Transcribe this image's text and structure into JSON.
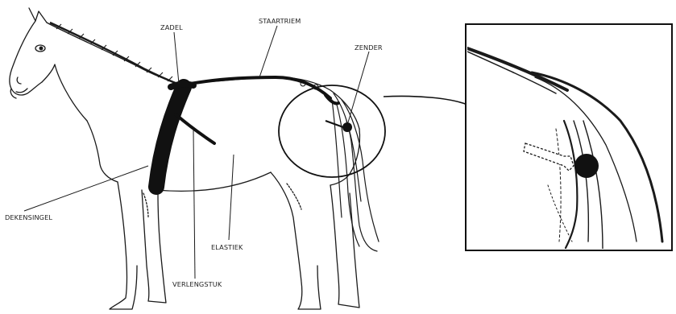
{
  "labels": {
    "zadel": "ZADEL",
    "staartriem": "STAARTRIEM",
    "zender": "ZENDER",
    "dekensingel": "DEKENSINGEL",
    "elastiek": "ELASTIEK",
    "verlengstuk": "VERLENGSTUK"
  },
  "colors": {
    "line": "#1a1a1a",
    "strap": "#111111",
    "background": "#ffffff"
  }
}
